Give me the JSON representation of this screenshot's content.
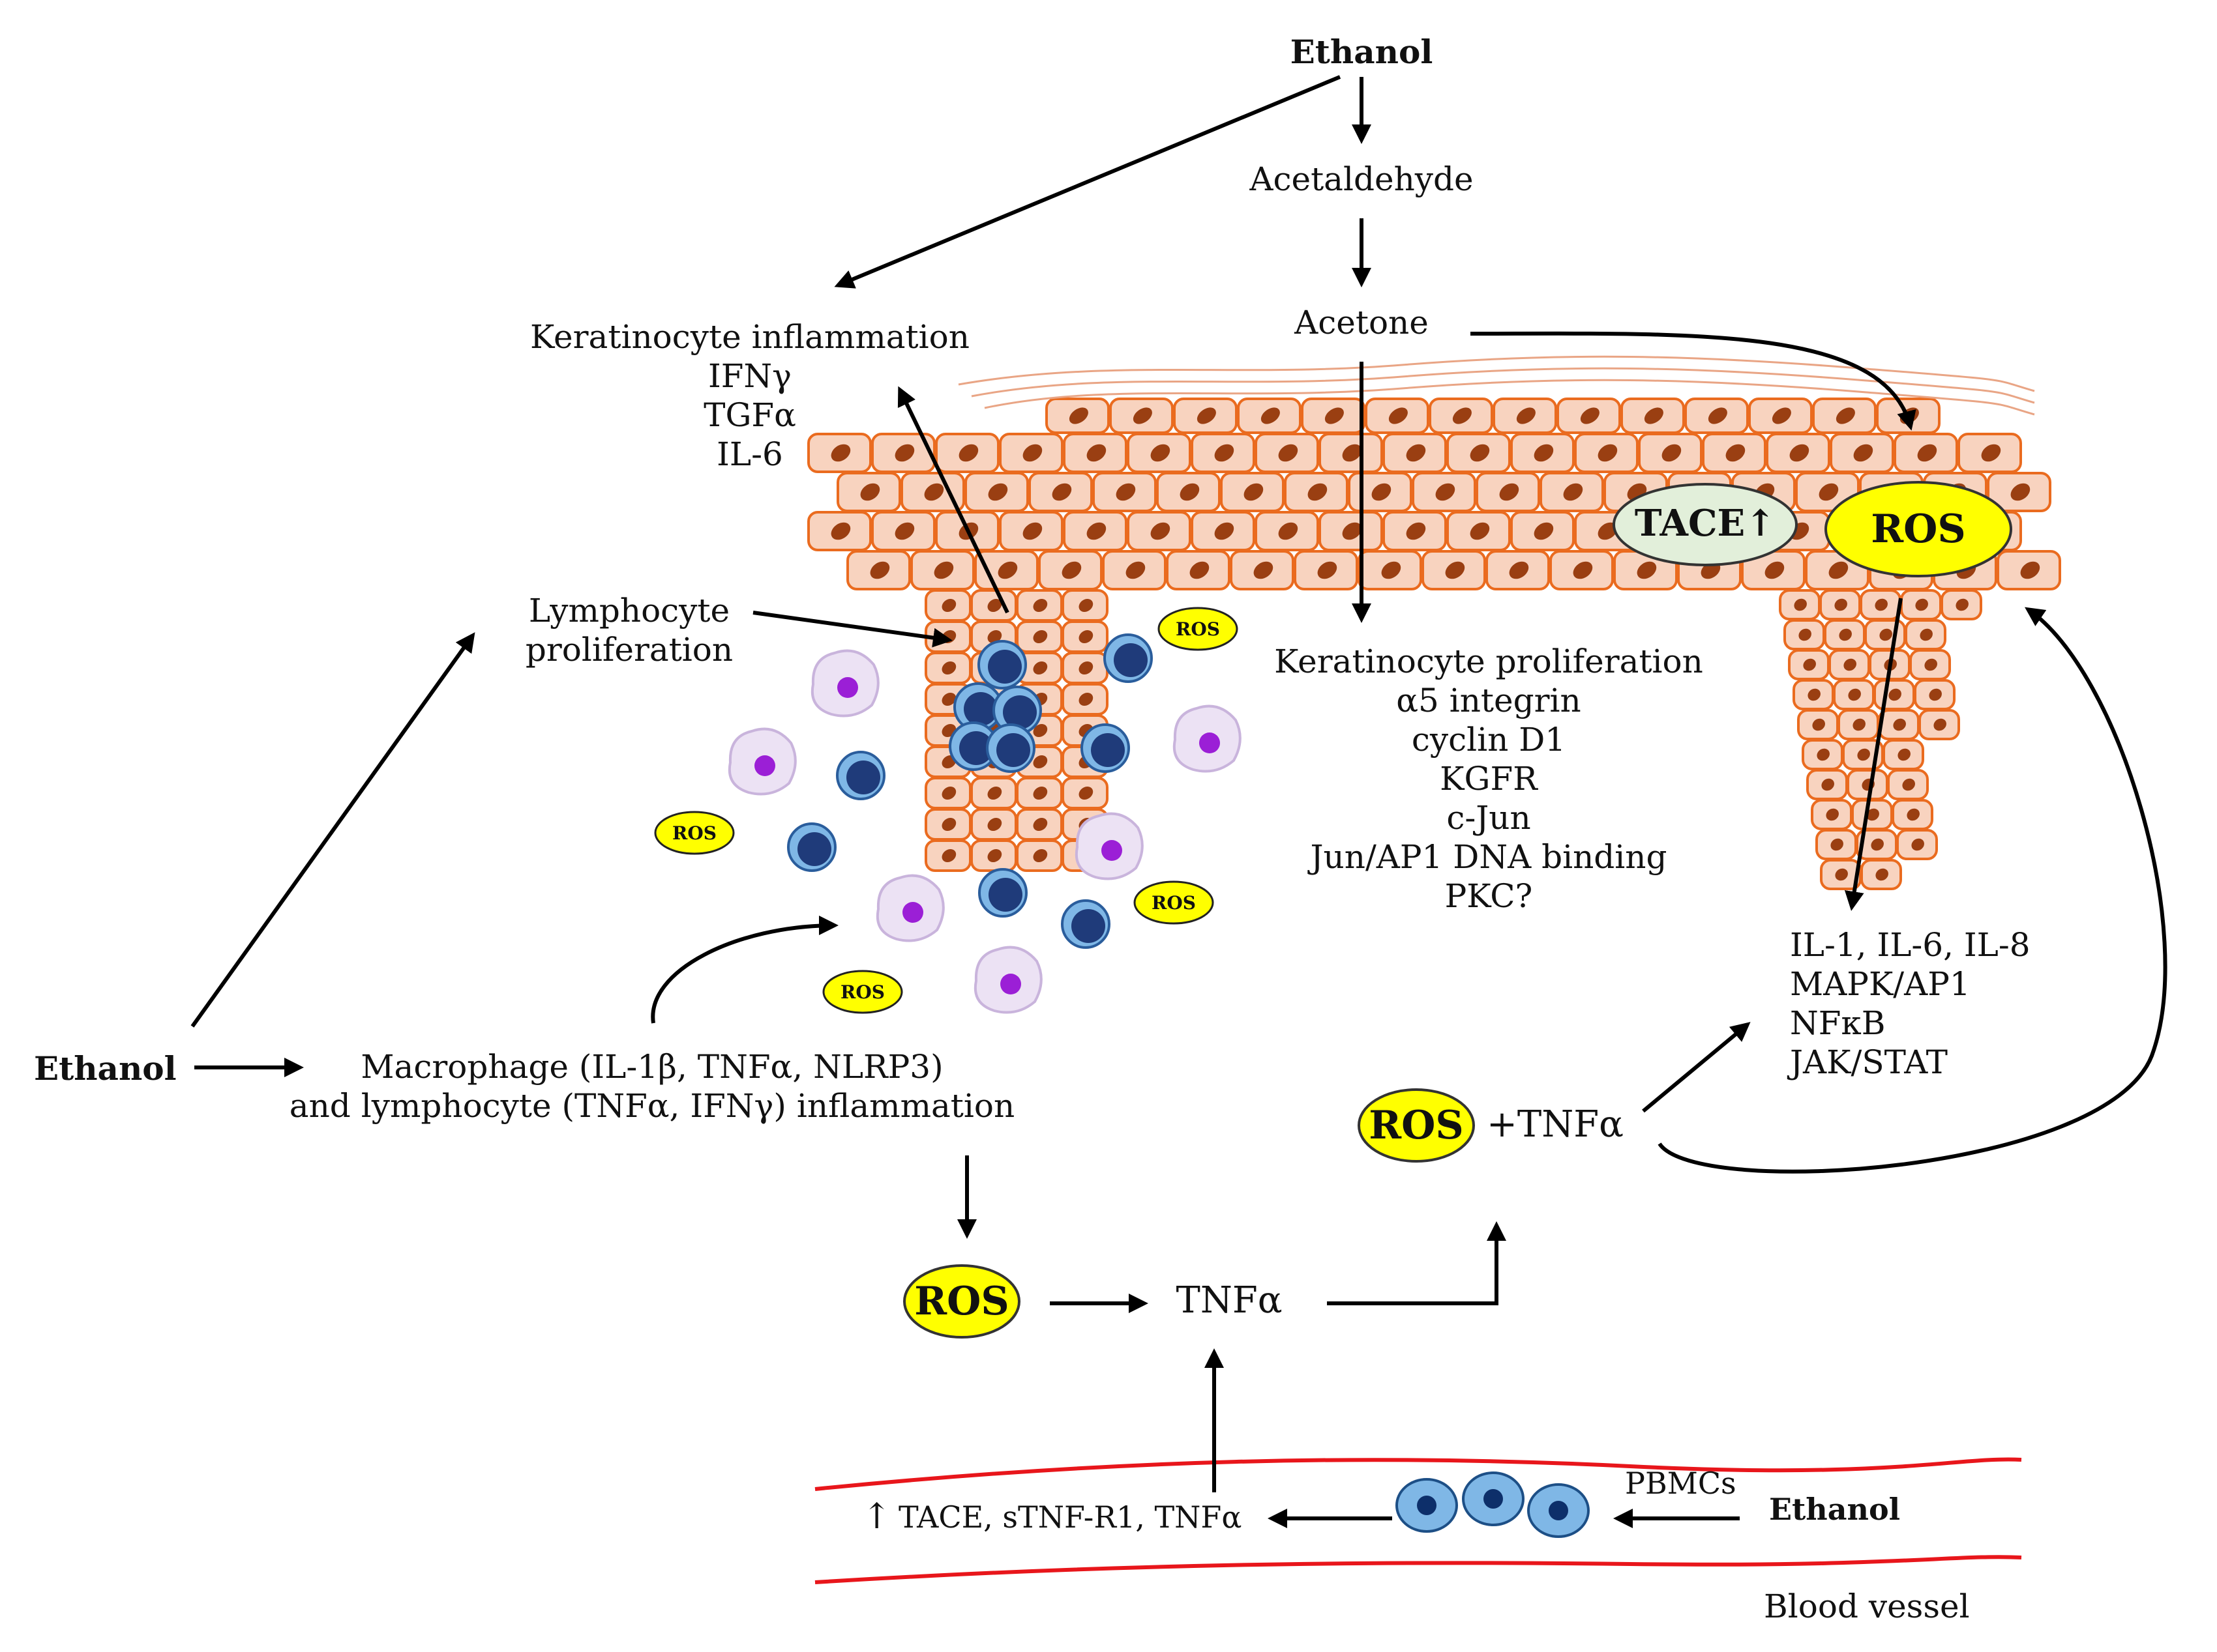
{
  "top": {
    "ethanol": "Ethanol",
    "acetaldehyde": "Acetaldehyde",
    "acetone": "Acetone"
  },
  "keratinocyte_inflammation": {
    "title": "Keratinocyte inflammation",
    "items": [
      "IFNγ",
      "TGFα",
      "IL-6"
    ]
  },
  "lymphocyte_proliferation": [
    "Lymphocyte",
    "proliferation"
  ],
  "keratinocyte_proliferation": {
    "title": "Keratinocyte proliferation",
    "items": [
      "α5 integrin",
      "cyclin D1",
      "KGFR",
      "c-Jun",
      "Jun/AP1 DNA binding",
      "PKC?"
    ]
  },
  "right_pathways": [
    "IL-1, IL-6, IL-8",
    "MAPK/AP1",
    "NFκB",
    "JAK/STAT"
  ],
  "ovals": {
    "tace": "TACE↑",
    "ros": "ROS"
  },
  "left_ethanol": "Ethanol",
  "macrophage_text": [
    "Macrophage (IL-1β, TNFα, NLRP3)",
    "and lymphocyte (TNFα, IFNγ) inflammation"
  ],
  "bottom": {
    "ros": "ROS",
    "tnf": "TNFα",
    "ros_plus": "ROS",
    "plus_tnf": "+TNFα"
  },
  "vessel": {
    "tace_text": "TACE, sTNF-R1, TNFα",
    "pbmcs": "PBMCs",
    "ethanol": "Ethanol",
    "label": "Blood vessel"
  },
  "colors": {
    "cell_fill": "#f8d3bf",
    "cell_stroke": "#ea6b1f",
    "nucleus": "#9a3f12",
    "ros_yellow": "#ffff00",
    "tace_green": "#e2efda",
    "lymphocyte": "#1f3b7a",
    "macrophage_nucleus": "#9b1fd6",
    "vessel_red": "#e8161b",
    "pbmc_fill": "#7fb7e6"
  }
}
